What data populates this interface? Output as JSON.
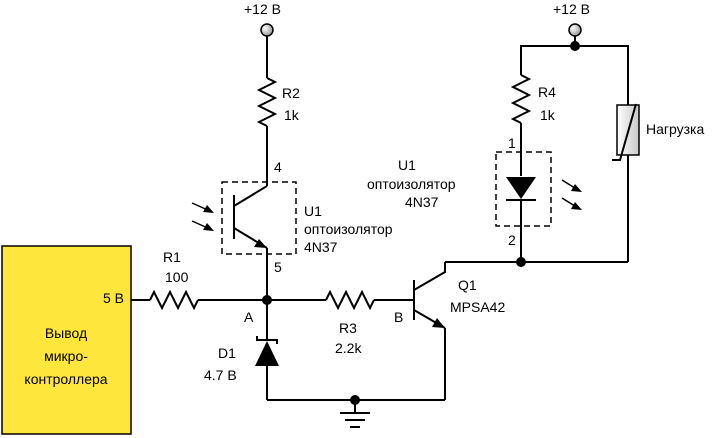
{
  "supply_left": "+12 В",
  "supply_right": "+12 В",
  "r2": {
    "name": "R2",
    "value": "1k"
  },
  "r4": {
    "name": "R4",
    "value": "1k"
  },
  "r1": {
    "name": "R1",
    "value": "100"
  },
  "r3": {
    "name": "R3",
    "value": "2.2k"
  },
  "u1_transistor": {
    "pin_top": "4",
    "pin_bottom": "5",
    "name": "U1",
    "type": "оптоизолятор",
    "part": "4N37"
  },
  "u1_led": {
    "pin_top": "1",
    "pin_bottom": "2",
    "name": "U1",
    "type": "оптоизолятор",
    "part": "4N37"
  },
  "load": "Нагрузка",
  "q1": {
    "name": "Q1",
    "part": "MPSA42",
    "base_label": "B"
  },
  "d1": {
    "name": "D1",
    "value": "4.7 В"
  },
  "node_a": "A",
  "mcu": {
    "pin": "5 В",
    "line1": "Вывод",
    "line2": "микро-",
    "line3": "контроллера"
  },
  "colors": {
    "mcu_fill": "#FFE63C",
    "wire": "#000000",
    "terminal_fill": "#cccccc"
  }
}
